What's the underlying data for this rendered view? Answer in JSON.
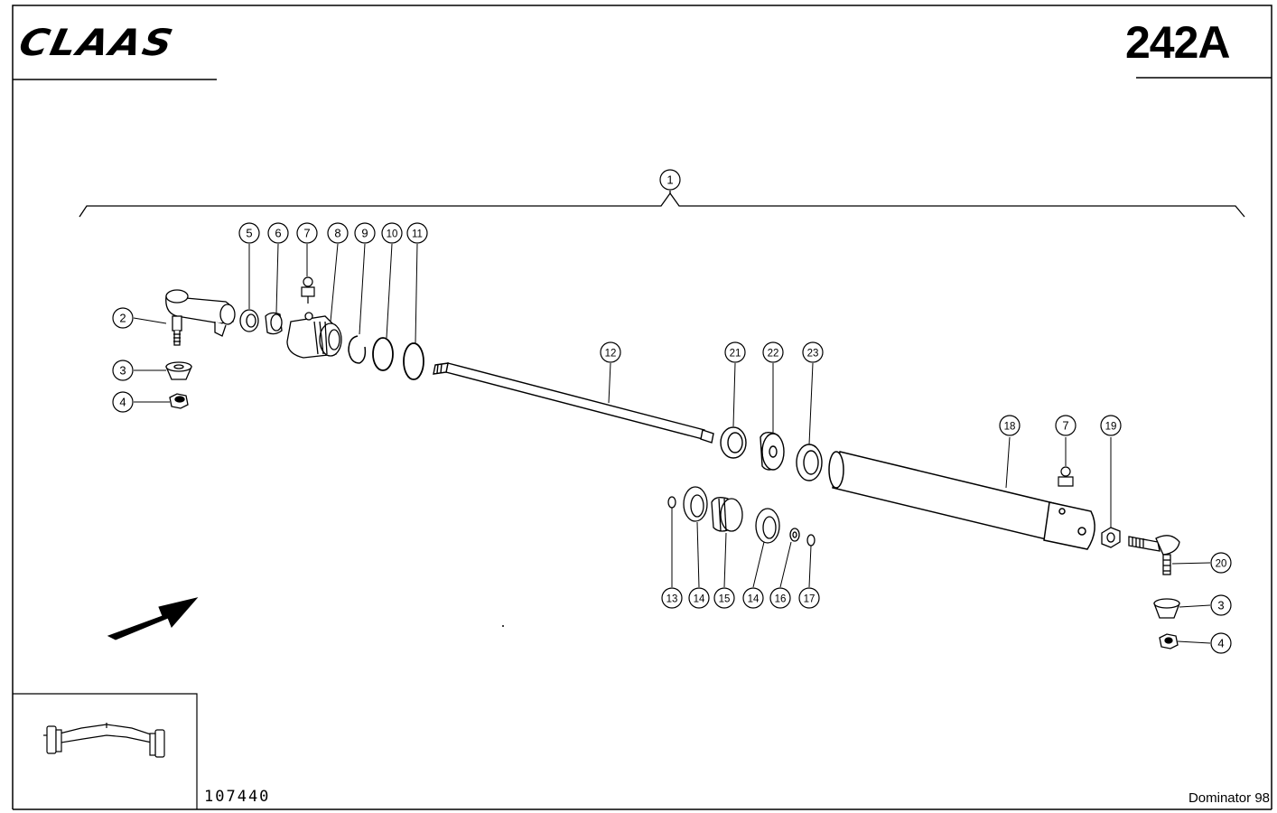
{
  "header": {
    "brand": "CLAAS",
    "page_number": "242A"
  },
  "footer": {
    "drawing_number": "107440",
    "model": "Dominator 98"
  },
  "callouts": [
    "1",
    "2",
    "3",
    "4",
    "5",
    "6",
    "7",
    "8",
    "9",
    "10",
    "11",
    "12",
    "13",
    "14",
    "15",
    "16",
    "17",
    "18",
    "19",
    "20",
    "21",
    "22",
    "23"
  ],
  "icons": {
    "direction": "arrow-icon",
    "machine": "axle-thumbnail-icon"
  }
}
